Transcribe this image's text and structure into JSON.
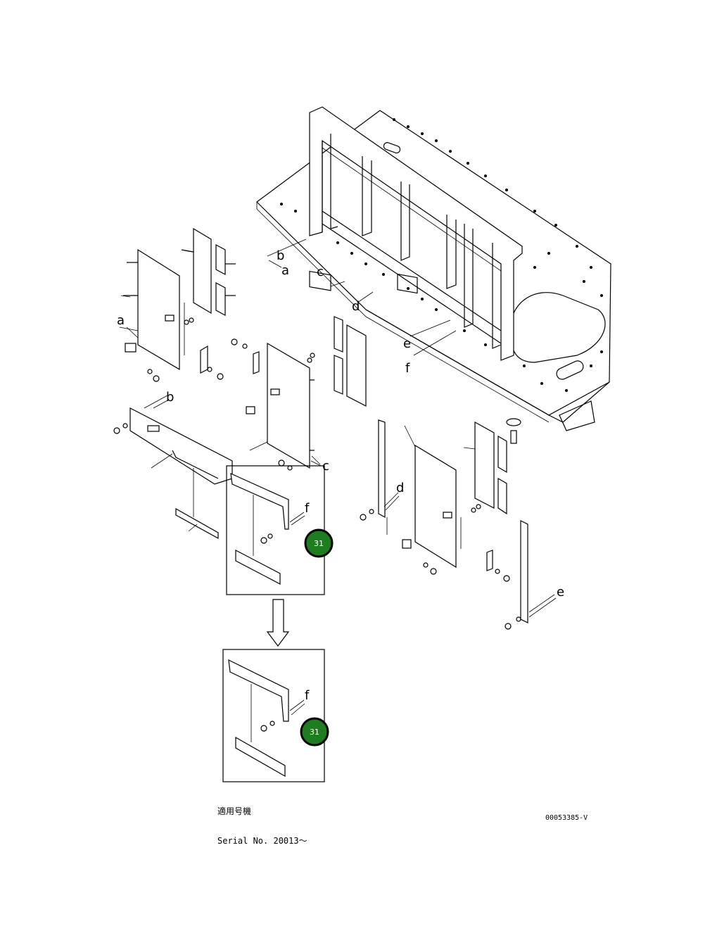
{
  "callouts": {
    "a": "a",
    "b": "b",
    "c": "c",
    "d": "d",
    "e": "e",
    "f": "f"
  },
  "badges": {
    "badge_1": "31",
    "badge_2": "31"
  },
  "serial_note": {
    "jp_label": "適用号機",
    "serial": "Serial No. 20013～"
  },
  "doc_id": "00053385-V",
  "colors": {
    "badge_fill": "#1e7d1e",
    "line": "#000000"
  },
  "icons": {
    "transition_arrow": "down-arrow-icon"
  }
}
